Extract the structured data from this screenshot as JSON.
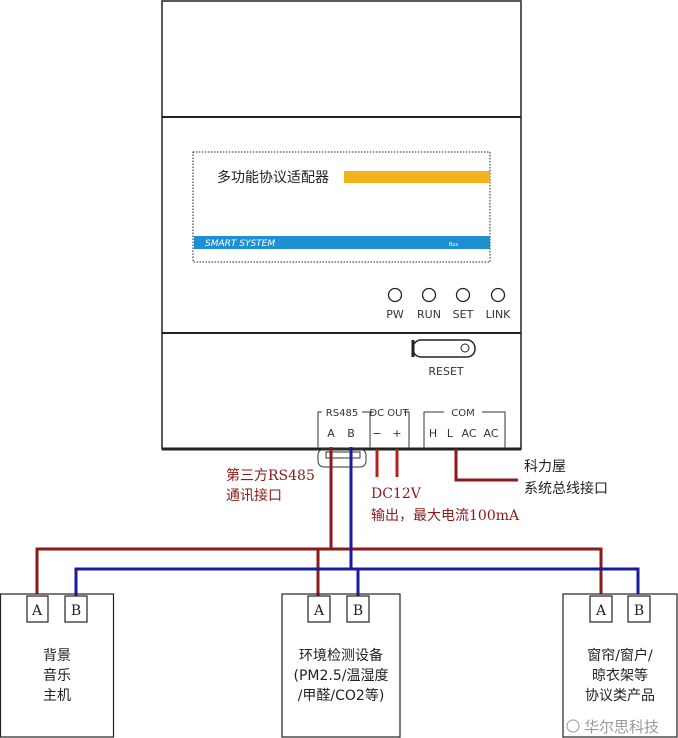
{
  "device": {
    "title": "多功能协议适配器",
    "brand_strip": "SMART SYSTEM",
    "brand_small": "Bus",
    "leds": [
      "PW",
      "RUN",
      "SET",
      "LINK"
    ],
    "reset_label": "RESET",
    "terminals": {
      "rs485": {
        "label": "RS485",
        "pins": [
          "A",
          "B"
        ]
      },
      "dc_out": {
        "label": "DC OUT",
        "pins": [
          "−",
          "+"
        ]
      },
      "com": {
        "label": "COM",
        "pins": [
          "H",
          "L",
          "AC",
          "AC"
        ]
      }
    }
  },
  "annotations": {
    "rs485_line1": "第三方RS485",
    "rs485_line2": "通讯接口",
    "dc_line1": "DC12V",
    "dc_line2": "输出，最大电流100mA",
    "com_line1": "科力屋",
    "com_line2": "系统总线接口"
  },
  "devices": [
    {
      "lines": [
        "背景",
        "音乐",
        "主机"
      ],
      "a": "A",
      "b": "B"
    },
    {
      "lines": [
        "环境检测设备",
        "(PM2.5/温湿度",
        "/甲醛/CO2等)"
      ],
      "a": "A",
      "b": "B"
    },
    {
      "lines": [
        "窗帘/窗户/",
        "晾衣架等",
        "协议类产品"
      ],
      "a": "A",
      "b": "B"
    }
  ],
  "watermark": "华尔思科技",
  "colors": {
    "red_wire": "#8b1a1a",
    "blue_wire": "#1a1a9c",
    "orange": "#f5b31b",
    "blue_strip": "#1e8fd0",
    "annotation_red": "#8b1a1a"
  }
}
